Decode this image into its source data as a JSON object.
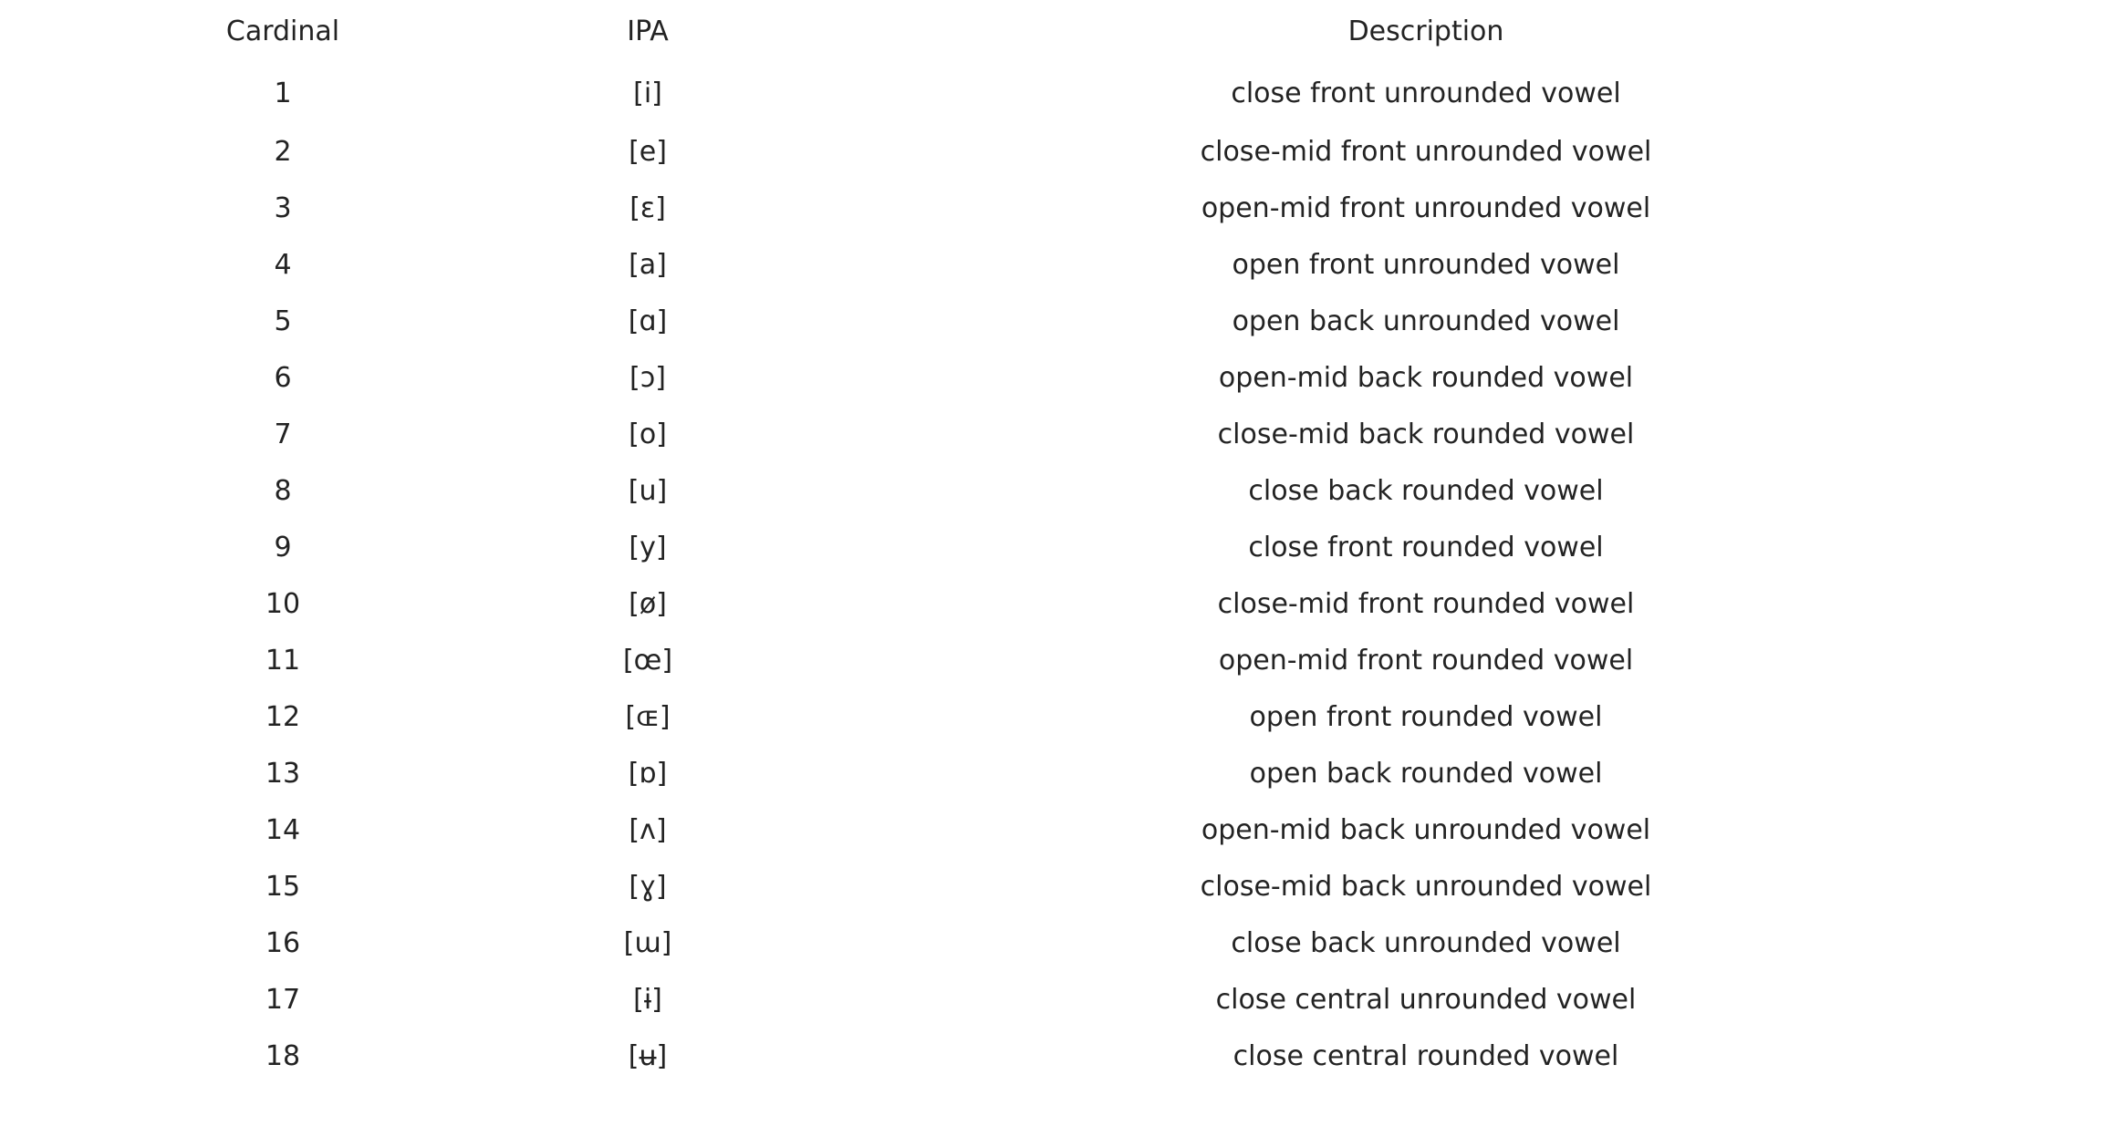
{
  "table": {
    "columns": [
      {
        "key": "cardinal",
        "label": "Cardinal"
      },
      {
        "key": "ipa",
        "label": "IPA"
      },
      {
        "key": "description",
        "label": "Description"
      }
    ],
    "rows": [
      {
        "cardinal": "1",
        "ipa": "[i]",
        "description": "close front unrounded vowel"
      },
      {
        "cardinal": "2",
        "ipa": "[e]",
        "description": "close-mid front unrounded vowel"
      },
      {
        "cardinal": "3",
        "ipa": "[ɛ]",
        "description": "open-mid front unrounded vowel"
      },
      {
        "cardinal": "4",
        "ipa": "[a]",
        "description": "open front unrounded vowel"
      },
      {
        "cardinal": "5",
        "ipa": "[ɑ]",
        "description": "open back unrounded vowel"
      },
      {
        "cardinal": "6",
        "ipa": "[ɔ]",
        "description": "open-mid back rounded vowel"
      },
      {
        "cardinal": "7",
        "ipa": "[o]",
        "description": "close-mid back rounded vowel"
      },
      {
        "cardinal": "8",
        "ipa": "[u]",
        "description": "close back rounded vowel"
      },
      {
        "cardinal": "9",
        "ipa": "[y]",
        "description": "close front rounded vowel"
      },
      {
        "cardinal": "10",
        "ipa": "[ø]",
        "description": "close-mid front rounded vowel"
      },
      {
        "cardinal": "11",
        "ipa": "[œ]",
        "description": "open-mid front rounded vowel"
      },
      {
        "cardinal": "12",
        "ipa": "[ɶ]",
        "description": "open front rounded vowel"
      },
      {
        "cardinal": "13",
        "ipa": "[ɒ]",
        "description": "open back rounded vowel"
      },
      {
        "cardinal": "14",
        "ipa": "[ʌ]",
        "description": "open-mid back unrounded vowel"
      },
      {
        "cardinal": "15",
        "ipa": "[ɣ]",
        "description": "close-mid back unrounded vowel"
      },
      {
        "cardinal": "16",
        "ipa": "[ɯ]",
        "description": "close back unrounded vowel"
      },
      {
        "cardinal": "17",
        "ipa": "[ɨ]",
        "description": "close central unrounded vowel"
      },
      {
        "cardinal": "18",
        "ipa": "[ʉ]",
        "description": "close central rounded vowel"
      }
    ]
  },
  "colors": {
    "background": "#ffffff",
    "text": "#232323"
  }
}
